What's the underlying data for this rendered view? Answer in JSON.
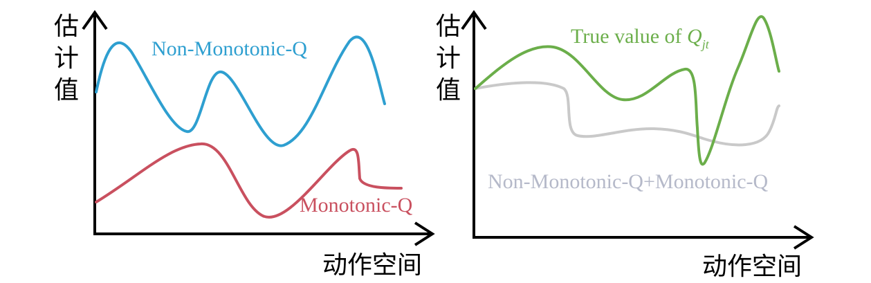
{
  "left_panel": {
    "y_axis_label": [
      "估",
      "计",
      "值"
    ],
    "x_axis_label": "动作空间",
    "curves": {
      "non_monotonic": {
        "label": "Non-Monotonic-Q",
        "color": "#2E9FD0"
      },
      "monotonic": {
        "label": "Monotonic-Q",
        "color": "#C9505F"
      }
    }
  },
  "right_panel": {
    "y_axis_label": [
      "估",
      "计",
      "值"
    ],
    "x_axis_label": "动作空间",
    "curves": {
      "true_value": {
        "label_prefix": "True value of ",
        "label_symbol": "Q",
        "label_subscript": "jt",
        "color": "#6BAE4A"
      },
      "combined": {
        "label": "Non-Monotonic-Q+Monotonic-Q",
        "color": "#B5B9C9"
      }
    }
  }
}
